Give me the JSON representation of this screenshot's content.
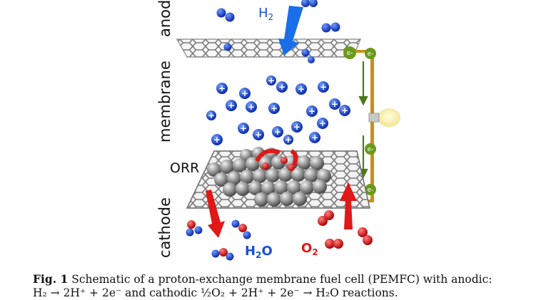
{
  "labels": {
    "anode": "anode",
    "membrane": "membrane",
    "cathode": "cathode",
    "orr": "ORR",
    "h2": "H",
    "h2_sub": "2",
    "h2o": "H",
    "h2o_sub": "2",
    "h2o_tail": "O",
    "o2": "O",
    "o2_sub": "2",
    "electron": "e-",
    "proton": "+"
  },
  "colors": {
    "hydrogen": "#1f4fd6",
    "oxygen": "#e01010",
    "electron": "#6a9a1a",
    "wire": "#c8901a",
    "arrow_blue": "#1a6ee8",
    "arrow_red": "#e01818",
    "arrow_green": "#4a7a1a",
    "catalyst": "#8a8a8a"
  },
  "caption": {
    "fig": "Fig. 1",
    "text": " Schematic of a proton-exchange membrane fuel cell (PEMFC) with anodic:",
    "line2": "H₂ → 2H⁺ + 2e⁻ and cathodic ½O₂ + 2H⁺ + 2e⁻ → H₂O reactions."
  }
}
